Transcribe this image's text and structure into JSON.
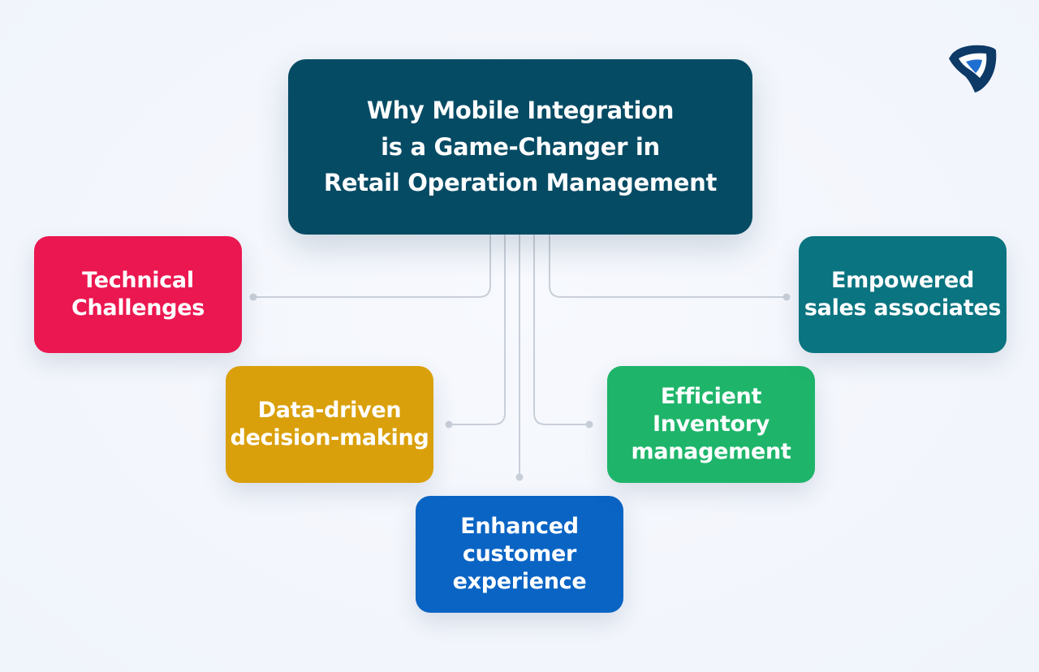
{
  "central": {
    "title": "Why Mobile Integration\nis a Game-Changer in\nRetail Operation Management",
    "color": "#064b64"
  },
  "nodes": [
    {
      "id": "technical",
      "label": "Technical\nChallenges",
      "color": "#eb1750"
    },
    {
      "id": "data",
      "label": "Data-driven\ndecision-making",
      "color": "#daa00b"
    },
    {
      "id": "enhanced",
      "label": "Enhanced\ncustomer\nexperience",
      "color": "#0a64c4"
    },
    {
      "id": "efficient",
      "label": "Efficient\nInventory\nmanagement",
      "color": "#1eb56a"
    },
    {
      "id": "empowered",
      "label": "Empowered\nsales associates",
      "color": "#0a7480"
    }
  ],
  "connector_color": "#c9cfd8",
  "logo": {
    "icon": "shield-logo-icon",
    "primary_color": "#0d3a66",
    "accent_color": "#1f6fd1"
  }
}
